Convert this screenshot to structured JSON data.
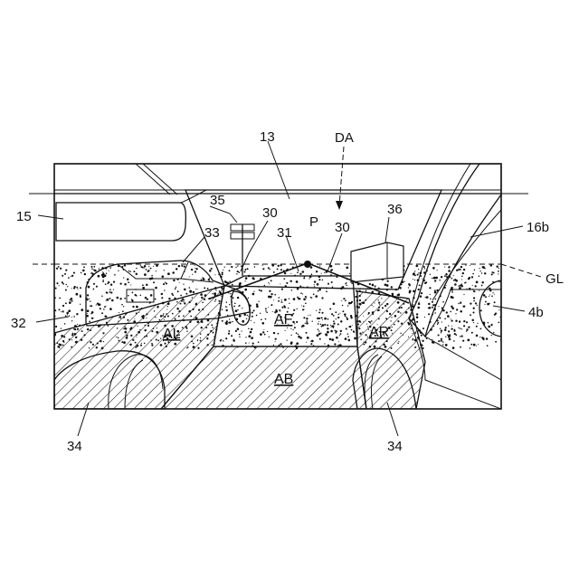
{
  "figure": {
    "labels": {
      "ref_13": "13",
      "ref_da": "DA",
      "ref_15": "15",
      "ref_35": "35",
      "ref_30a": "30",
      "ref_30b": "30",
      "ref_p": "P",
      "ref_36": "36",
      "ref_16b": "16b",
      "ref_33": "33",
      "ref_31": "31",
      "ref_gl": "GL",
      "ref_32": "32",
      "ref_4b": "4b",
      "ref_34_left": "34",
      "ref_34_right": "34"
    },
    "regions": {
      "al": "AL",
      "af": "AF",
      "ar": "AR",
      "ab": "AB"
    }
  }
}
